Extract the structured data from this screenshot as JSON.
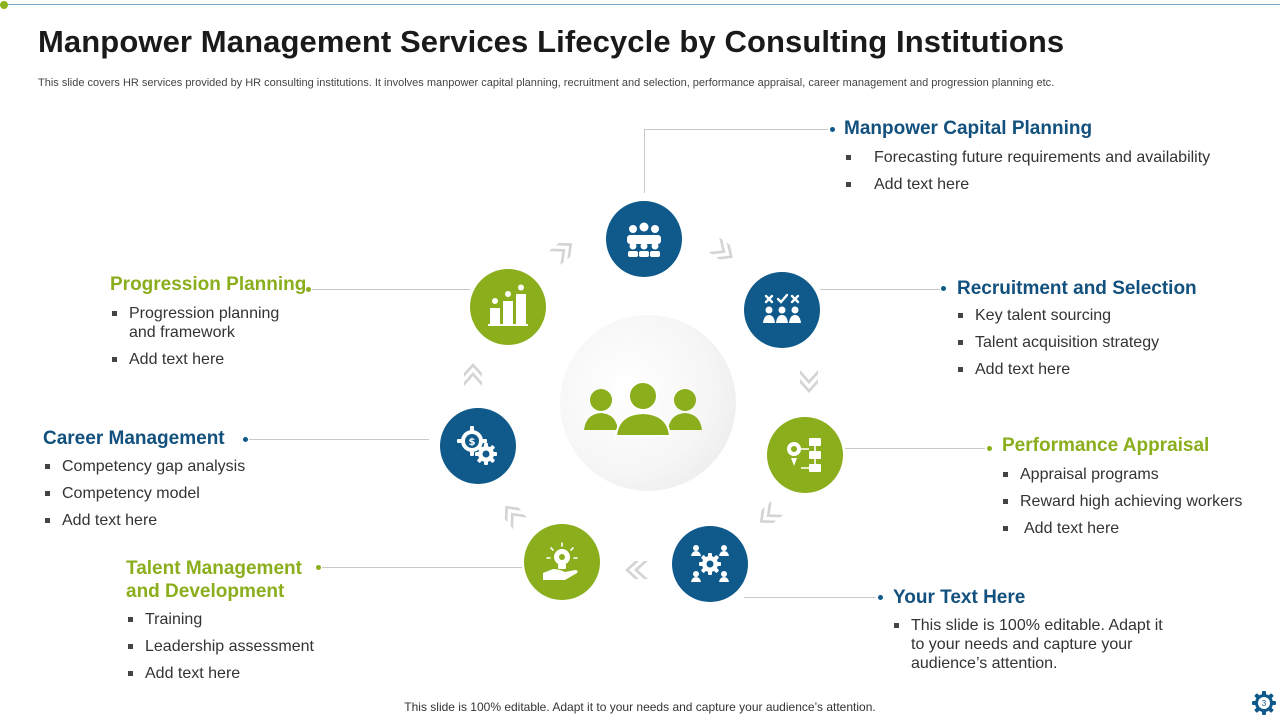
{
  "title": "Manpower Management Services Lifecycle by Consulting Institutions",
  "subtitle": "This slide covers HR services provided by HR consulting institutions. It involves manpower capital planning, recruitment and selection, performance appraisal, career management and progression planning etc.",
  "footer": "This slide is 100% editable. Adapt it to your needs and capture your audience’s attention.",
  "page_number": "3",
  "colors": {
    "blue": "#0f5a8a",
    "green": "#8aae1c",
    "connector": "#c9c9c9"
  },
  "stages": [
    {
      "id": "manpower",
      "heading": "Manpower Capital Planning",
      "color": "blue",
      "icon": "team-meeting-icon",
      "bullets": [
        "Forecasting future requirements and availability",
        "Add text here"
      ]
    },
    {
      "id": "recruitment",
      "heading": "Recruitment and Selection",
      "color": "blue",
      "icon": "candidate-selection-icon",
      "bullets": [
        "Key talent sourcing",
        "Talent acquisition strategy",
        "Add text here"
      ]
    },
    {
      "id": "performance",
      "heading": "Performance Appraisal",
      "color": "green",
      "icon": "process-flow-icon",
      "bullets": [
        "Appraisal programs",
        "Reward high achieving workers",
        "Add text here"
      ]
    },
    {
      "id": "yourtext",
      "heading": "Your Text Here",
      "color": "blue",
      "icon": "team-gear-icon",
      "bullets": [
        "This slide is 100% editable. Adapt it to your needs and capture your audience’s attention."
      ]
    },
    {
      "id": "talent",
      "heading": "Talent Management and Development",
      "color": "green",
      "icon": "hand-bulb-icon",
      "bullets": [
        "Training",
        "Leadership assessment",
        "Add text here"
      ]
    },
    {
      "id": "career",
      "heading": "Career Management",
      "color": "blue",
      "icon": "money-gear-icon",
      "bullets": [
        "Competency gap analysis",
        "Competency model",
        "Add text here"
      ]
    },
    {
      "id": "progression",
      "heading": "Progression Planning",
      "color": "green",
      "icon": "growth-people-icon",
      "bullets": [
        "Progression planning and framework",
        "Add text here"
      ]
    }
  ],
  "center_icon": "people-group-icon"
}
